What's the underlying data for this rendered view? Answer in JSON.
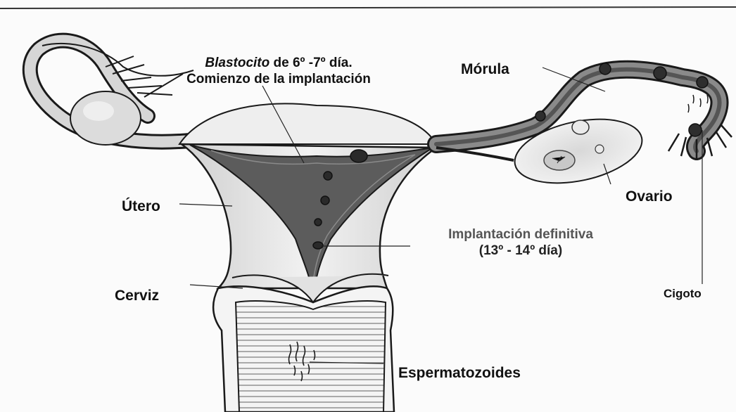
{
  "labels": {
    "blastocito_italic": "Blastocito",
    "blastocito_rest": " de 6º -7º día.",
    "blastocito_line2": "Comienzo de la implantación",
    "morula": "Mórula",
    "utero": "Útero",
    "ovario": "Ovario",
    "implantacion_line1": "Implantación definitiva",
    "implantacion_line2": "(13º - 14º día)",
    "cerviz": "Cerviz",
    "cigoto": "Cigoto",
    "espermatozoides": "Espermatozoides"
  },
  "colors": {
    "outline": "#1a1a1a",
    "tissue_light": "#e4e4e4",
    "tissue_dark": "#5a5a5a",
    "leader_line": "#222222"
  }
}
